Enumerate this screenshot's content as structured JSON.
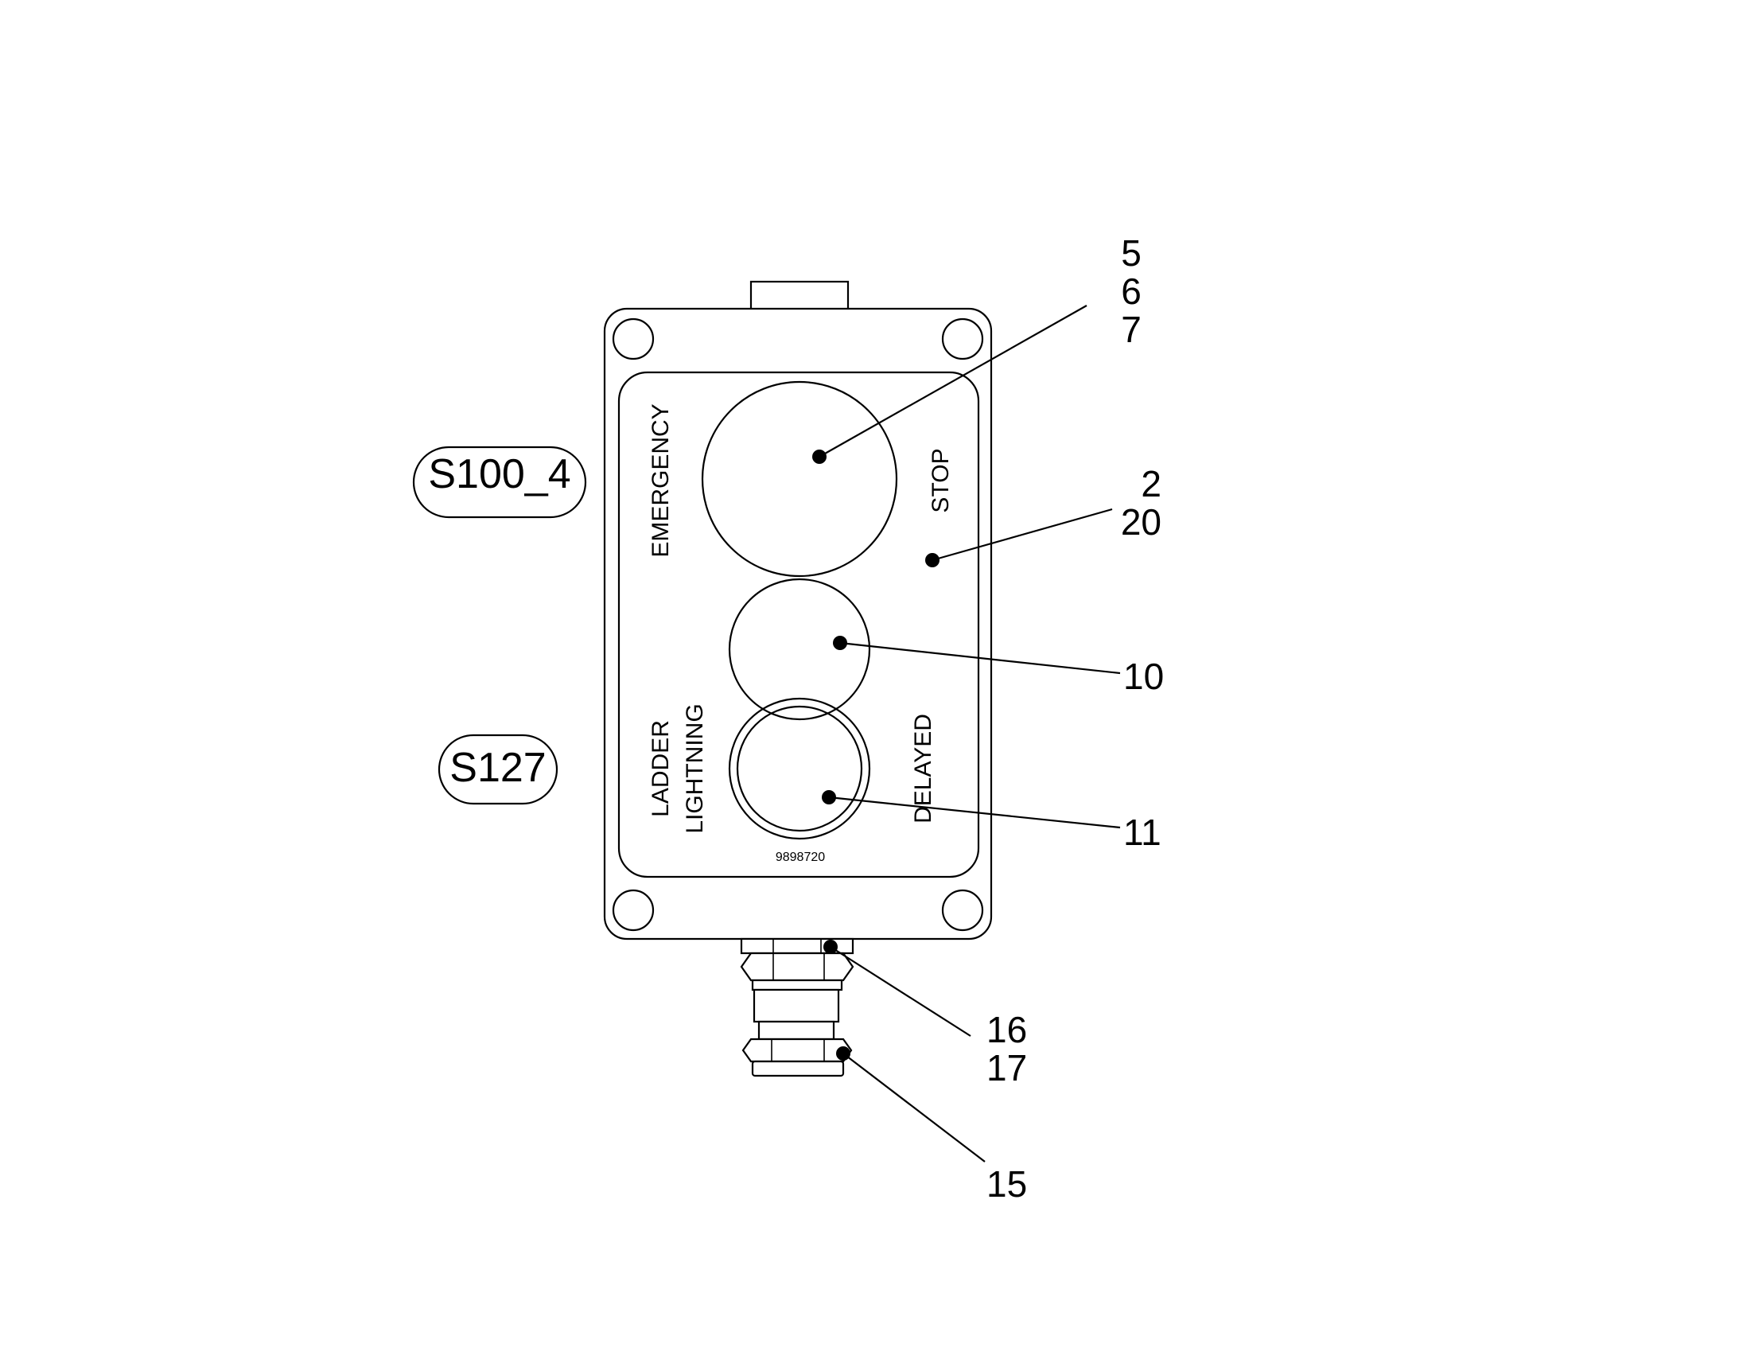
{
  "diagram": {
    "tags": [
      "S100_4",
      "S127"
    ],
    "plate": {
      "left_label_top": "EMERGENCY",
      "right_label_top": "STOP",
      "left_label_bottom_1": "LADDER",
      "left_label_bottom_2": "LIGHTNING",
      "right_label_bottom": "DELAYED",
      "part_number": "9898720"
    },
    "callouts": {
      "c567": [
        "5",
        "6",
        "7"
      ],
      "c2_20": [
        "2",
        "20"
      ],
      "c10": "10",
      "c11": "11",
      "c16_17": [
        "16",
        "17"
      ],
      "c15": "15"
    }
  }
}
